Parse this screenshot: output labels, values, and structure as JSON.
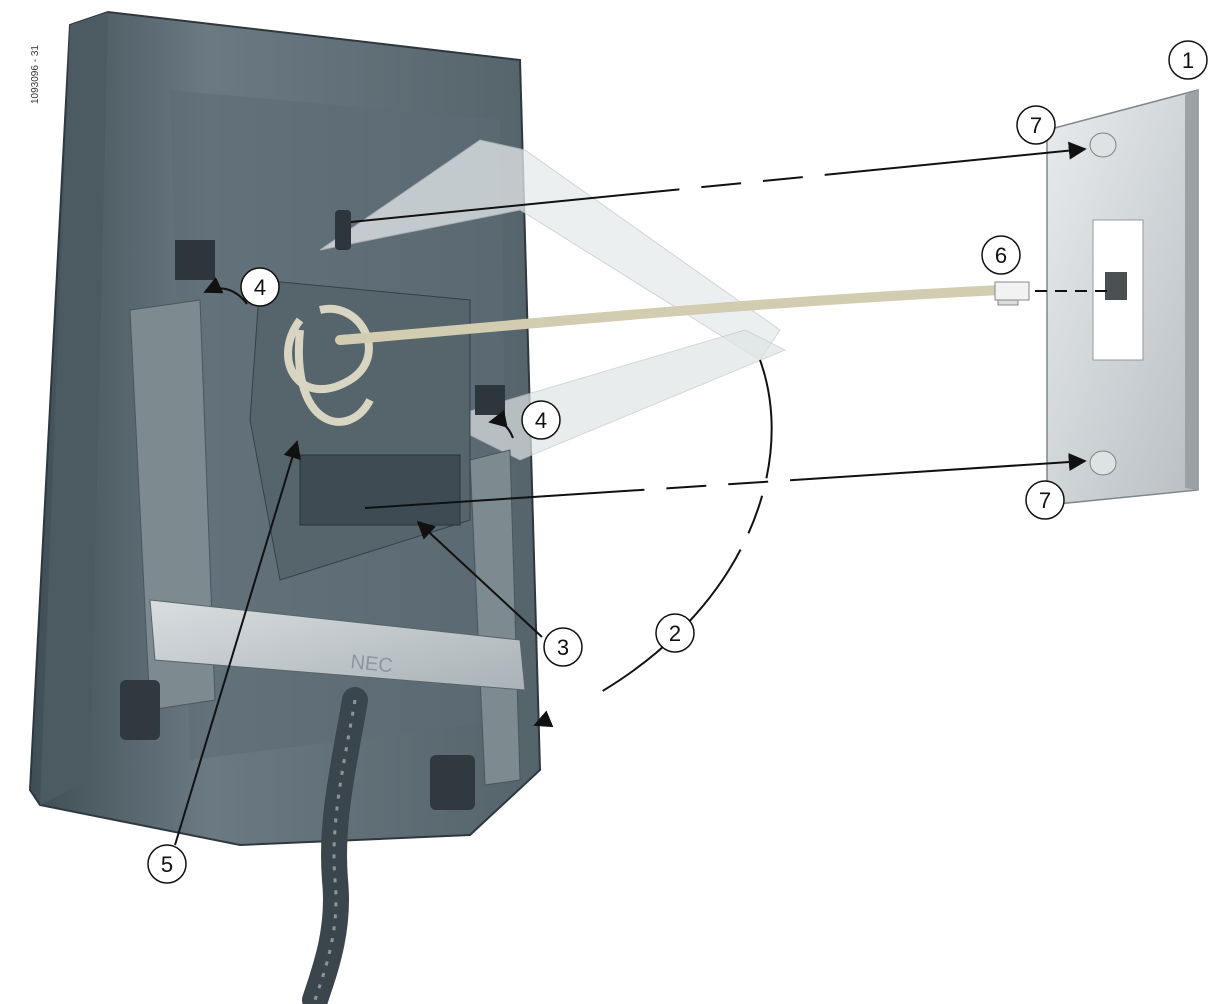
{
  "figure_id": "1093096 - 31",
  "logo_text": "NEC",
  "callouts": [
    {
      "id": "wall-plate",
      "label": "1"
    },
    {
      "id": "bracket-rotation",
      "label": "2"
    },
    {
      "id": "cord-clip",
      "label": "3"
    },
    {
      "id": "latch-left",
      "label": "4"
    },
    {
      "id": "latch-right",
      "label": "4"
    },
    {
      "id": "cable-loop",
      "label": "5"
    },
    {
      "id": "rj45-plug",
      "label": "6"
    },
    {
      "id": "screw-top",
      "label": "7"
    },
    {
      "id": "screw-bottom",
      "label": "7"
    }
  ]
}
